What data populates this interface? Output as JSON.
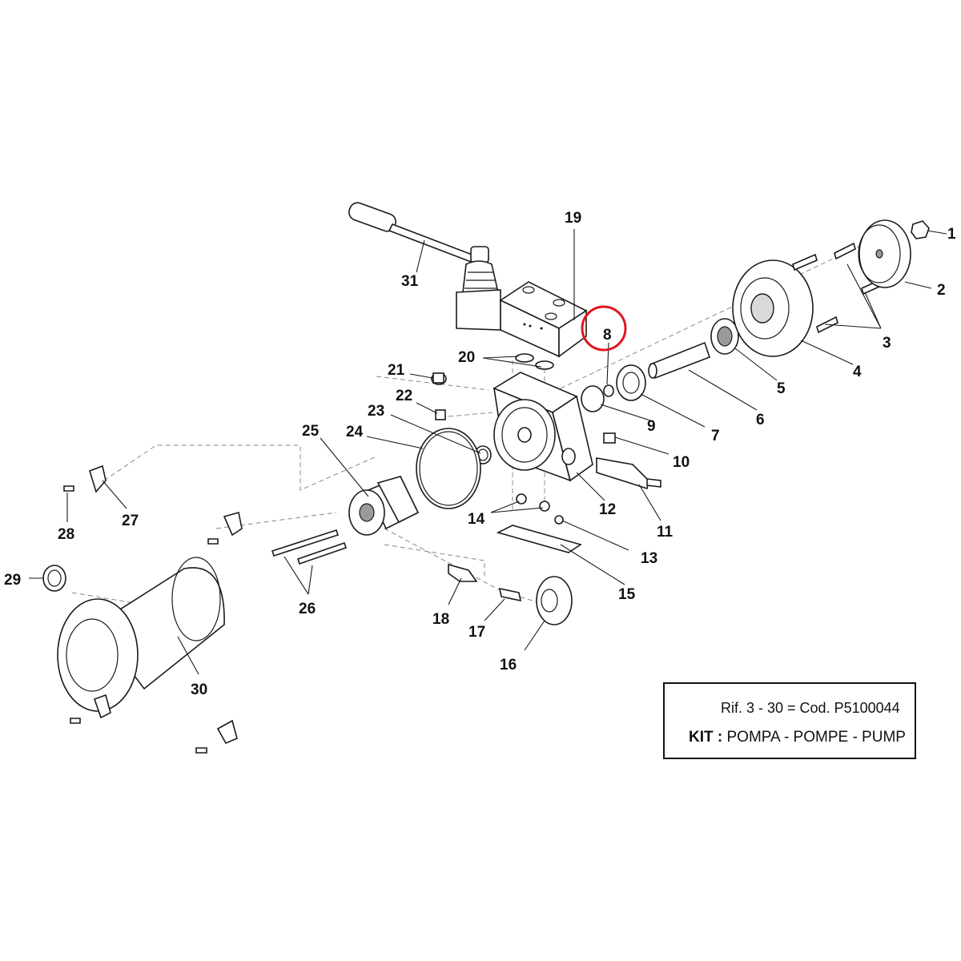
{
  "callouts": {
    "c1": "1",
    "c2": "2",
    "c3": "3",
    "c4": "4",
    "c5": "5",
    "c6": "6",
    "c7": "7",
    "c8": "8",
    "c9": "9",
    "c10": "10",
    "c11": "11",
    "c12": "12",
    "c13": "13",
    "c14": "14",
    "c15": "15",
    "c16": "16",
    "c17": "17",
    "c18": "18",
    "c19": "19",
    "c20": "20",
    "c21": "21",
    "c22": "22",
    "c23": "23",
    "c24": "24",
    "c25": "25",
    "c26": "26",
    "c27": "27",
    "c28": "28",
    "c29": "29",
    "c30": "30",
    "c31": "31"
  },
  "highlight": {
    "target": "8",
    "color": "#e0141e"
  },
  "info_box": {
    "ref_text": "Rif. 3 - 30 = Cod. P5100044",
    "kit_label": "KIT :",
    "kit_text": "POMPA - POMPE - PUMP"
  }
}
